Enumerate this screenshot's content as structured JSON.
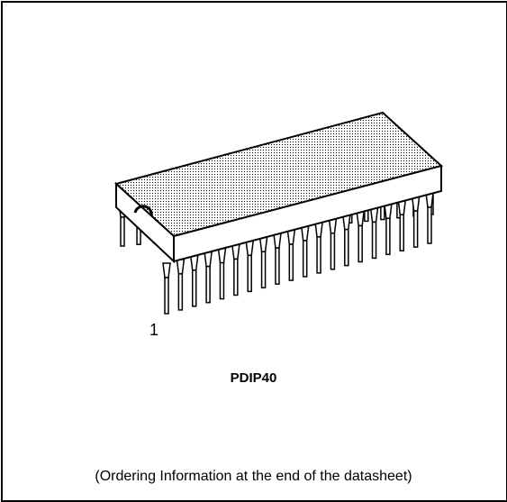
{
  "figure": {
    "pin_one_label": "1",
    "package_name": "PDIP40",
    "caption": "(Ordering Information at the end of the datasheet)"
  },
  "colors": {
    "outline": "#000000",
    "body_fill": "#e6e6e6",
    "background": "#ffffff"
  },
  "icons": {
    "package": "dip-package-icon",
    "notch": "pin-one-notch-icon"
  }
}
